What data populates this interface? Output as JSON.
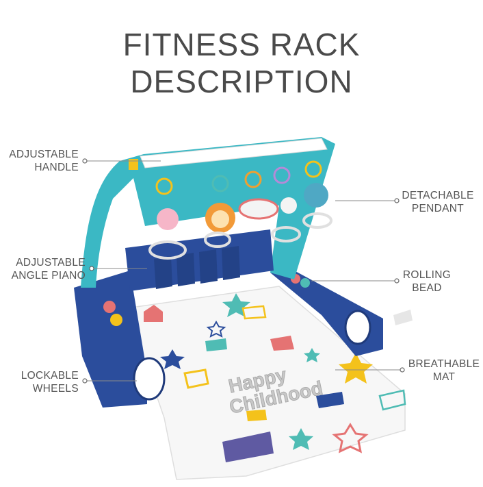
{
  "title": {
    "line1": "FITNESS RACK",
    "line2": "DESCRIPTION"
  },
  "callouts": {
    "handle": {
      "line1": "ADJUSTABLE",
      "line2": "HANDLE"
    },
    "piano": {
      "line1": "ADJUSTABLE",
      "line2": "ANGLE PIANO"
    },
    "wheels": {
      "line1": "LOCKABLE",
      "line2": "WHEELS"
    },
    "pendant": {
      "line1": "DETACHABLE",
      "line2": "PENDANT"
    },
    "bead": {
      "line1": "ROLLING",
      "line2": "BEAD"
    },
    "mat": {
      "line1": "BREATHABLE",
      "line2": "MAT"
    }
  },
  "mat_text": {
    "line1": "Happy",
    "line2": "Childhood"
  },
  "colors": {
    "teal": "#3bb8c4",
    "navy": "#2b4d9c",
    "yellow": "#f4c21b",
    "text": "#4a4a4a"
  }
}
